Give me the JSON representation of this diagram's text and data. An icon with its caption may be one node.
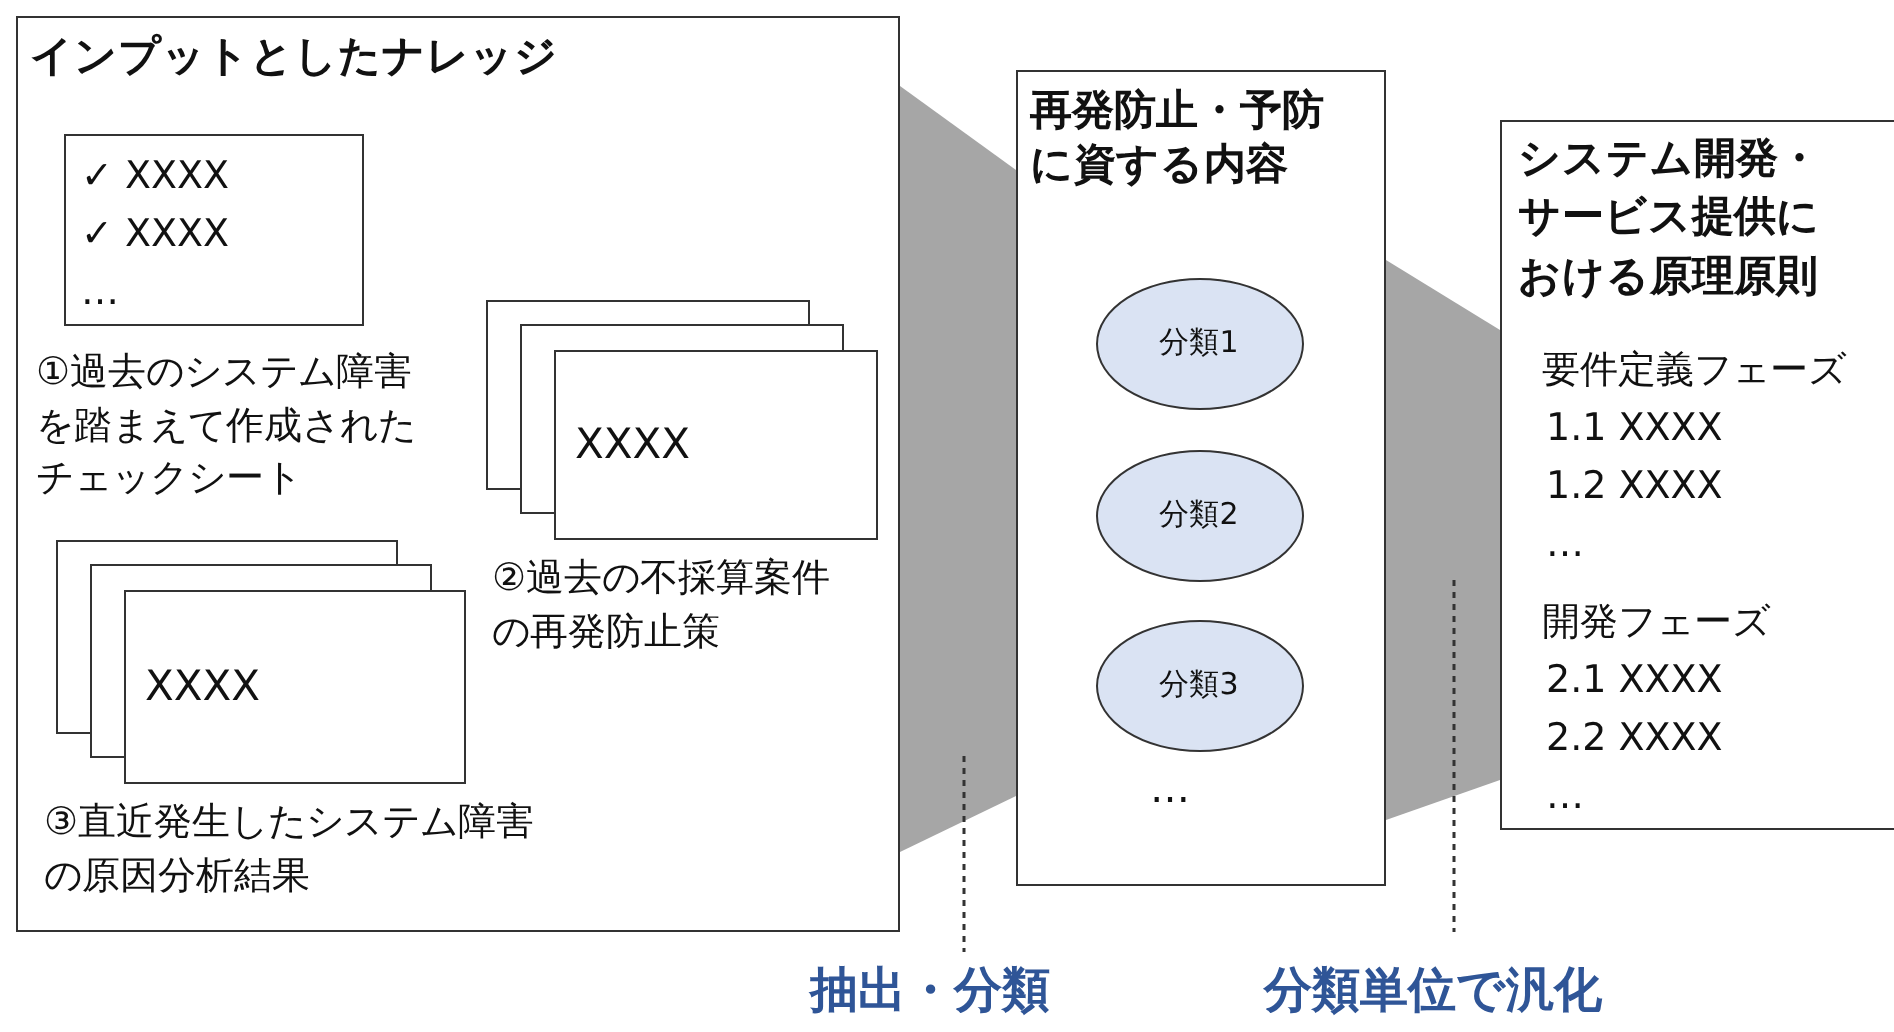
{
  "diagram": {
    "nodes": [
      {
        "text": [
          "インプットとしたナレッジ"
        ]
      },
      {
        "text": [
          "✓ XXXX",
          "✓ XXXX",
          "…"
        ],
        "in": 0,
        "beside": [
          "①過去のシステム障害を踏まえて作成されたチェックシート"
        ]
      },
      {
        "text": [
          "XXXX"
        ],
        "in": 0,
        "beside": [
          "②過去の不採算案件の再発防止策"
        ]
      },
      {
        "text": [
          "XXXX"
        ],
        "in": 0,
        "beside": [
          "③直近発生したシステム障害の原因分析結果"
        ]
      },
      {
        "text": [
          "再発防止・予防に資する内容",
          "…"
        ]
      },
      {
        "text": [
          "分類1"
        ],
        "in": 4
      },
      {
        "text": [
          "分類2"
        ],
        "in": 4
      },
      {
        "text": [
          "分類3"
        ],
        "in": 4
      },
      {
        "text": [
          "システム開発・サービス提供における原理原則",
          "要件定義フェーズ",
          "1.1 XXXX",
          "1.2 XXXX",
          "…",
          "開発フェーズ",
          "2.1 XXXX",
          "2.2 XXXX",
          "…"
        ]
      }
    ],
    "edges": [
      {
        "from": 0,
        "to": 4,
        "arrow": "none",
        "color": "#a6a6a6"
      },
      {
        "from": 4,
        "to": 8,
        "arrow": "none",
        "color": "#a6a6a6"
      }
    ],
    "labels": [
      "抽出・分類",
      "分類単位で汎化"
    ]
  }
}
